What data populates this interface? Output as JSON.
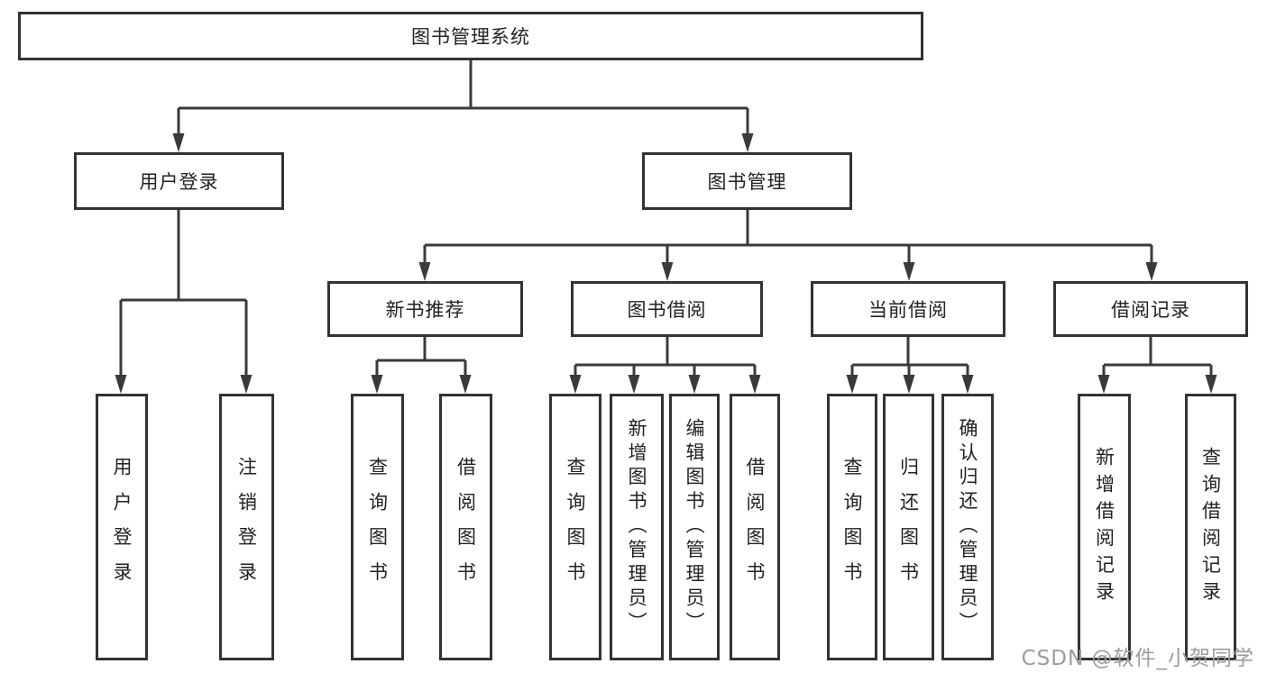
{
  "watermark": "CSDN @软件_小贺同学",
  "colors": {
    "line": "#3a3a3a",
    "box_border": "#333333",
    "text": "#222222",
    "watermark": "#9c9c9c"
  },
  "tree": {
    "label": "图书管理系统",
    "children": [
      {
        "label": "用户登录",
        "children": [
          {
            "label": "用户登录"
          },
          {
            "label": "注销登录"
          }
        ]
      },
      {
        "label": "图书管理",
        "children": [
          {
            "label": "新书推荐",
            "children": [
              {
                "label": "查询图书"
              },
              {
                "label": "借阅图书"
              }
            ]
          },
          {
            "label": "图书借阅",
            "children": [
              {
                "label": "查询图书"
              },
              {
                "label": "新增图书（管理员）"
              },
              {
                "label": "编辑图书（管理员）"
              },
              {
                "label": "借阅图书"
              }
            ]
          },
          {
            "label": "当前借阅",
            "children": [
              {
                "label": "查询图书"
              },
              {
                "label": "归还图书"
              },
              {
                "label": "确认归还（管理员）"
              }
            ]
          },
          {
            "label": "借阅记录",
            "children": [
              {
                "label": "新增借阅记录"
              },
              {
                "label": "查询借阅记录"
              }
            ]
          }
        ]
      }
    ]
  }
}
